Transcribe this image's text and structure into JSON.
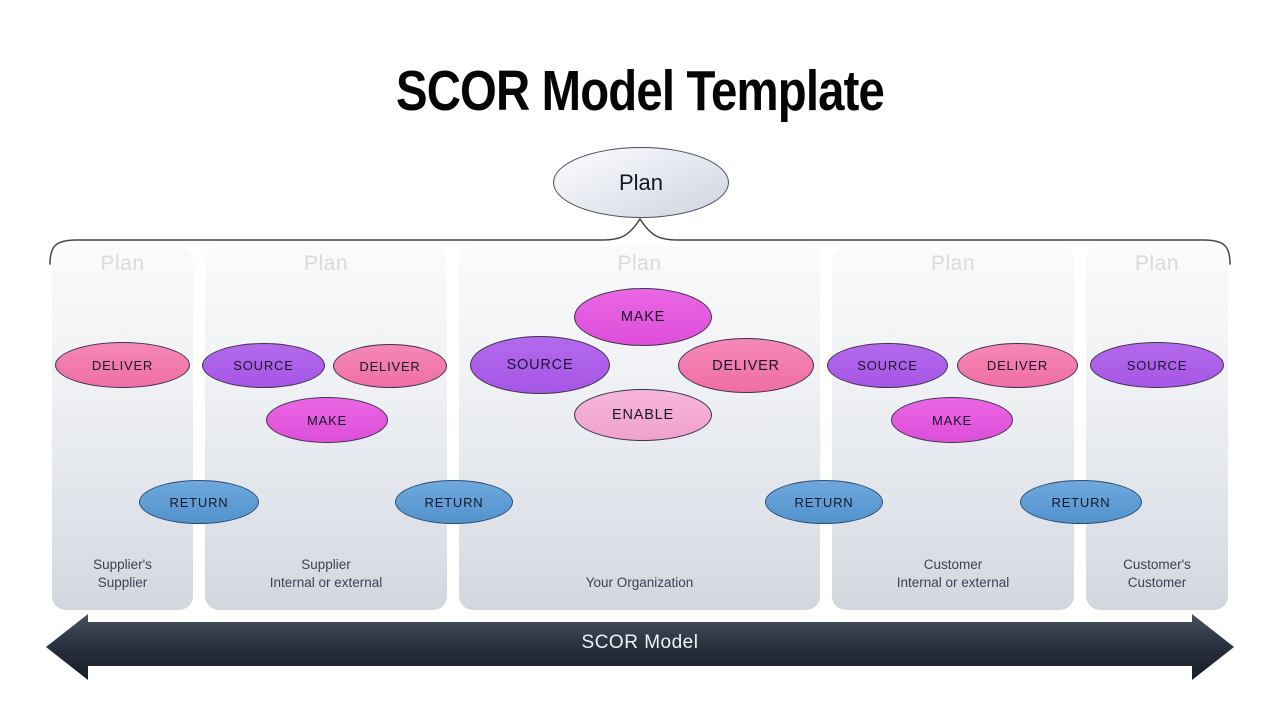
{
  "title": "SCOR Model Template",
  "plan_bubble": {
    "label": "Plan"
  },
  "panels": [
    {
      "header": "Plan",
      "label_lines": [
        "Supplier's",
        "Supplier"
      ]
    },
    {
      "header": "Plan",
      "label_lines": [
        "Supplier",
        "Internal or external"
      ]
    },
    {
      "header": "Plan",
      "label_lines": [
        "Your Organization"
      ]
    },
    {
      "header": "Plan",
      "label_lines": [
        "Customer",
        "Internal or external"
      ]
    },
    {
      "header": "Plan",
      "label_lines": [
        "Customer's",
        "Customer"
      ]
    }
  ],
  "ellipses": [
    {
      "label": "DELIVER",
      "type": "deliver",
      "panel": 1
    },
    {
      "label": "SOURCE",
      "type": "source",
      "panel": 2
    },
    {
      "label": "DELIVER",
      "type": "deliver",
      "panel": 2
    },
    {
      "label": "MAKE",
      "type": "make",
      "panel": 2
    },
    {
      "label": "MAKE",
      "type": "make",
      "panel": 3
    },
    {
      "label": "SOURCE",
      "type": "source",
      "panel": 3
    },
    {
      "label": "DELIVER",
      "type": "deliver",
      "panel": 3
    },
    {
      "label": "ENABLE",
      "type": "enable",
      "panel": 3
    },
    {
      "label": "SOURCE",
      "type": "source",
      "panel": 4
    },
    {
      "label": "DELIVER",
      "type": "deliver",
      "panel": 4
    },
    {
      "label": "MAKE",
      "type": "make",
      "panel": 4
    },
    {
      "label": "SOURCE",
      "type": "source",
      "panel": 5
    },
    {
      "label": "RETURN",
      "type": "return",
      "panel": "1-2 boundary"
    },
    {
      "label": "RETURN",
      "type": "return",
      "panel": "2-3 boundary"
    },
    {
      "label": "RETURN",
      "type": "return",
      "panel": "3-4 boundary"
    },
    {
      "label": "RETURN",
      "type": "return",
      "panel": "4-5 boundary"
    }
  ],
  "arrow": {
    "label": "SCOR Model"
  },
  "colors": {
    "deliver": "#EF6EA5",
    "source": "#A656E5",
    "make": "#DD4ED9",
    "enable": "#F0A2CE",
    "return": "#5392CE",
    "plan_bubble": "#E3E7EE",
    "panel_top": "#FAFBFC",
    "panel_bottom": "#D2D7DF",
    "panel_header_text": "#D8DADE",
    "arrow_top": "#4A5263",
    "arrow_bottom": "#161B25",
    "title_text": "#050505",
    "label_text": "#3C4250"
  }
}
